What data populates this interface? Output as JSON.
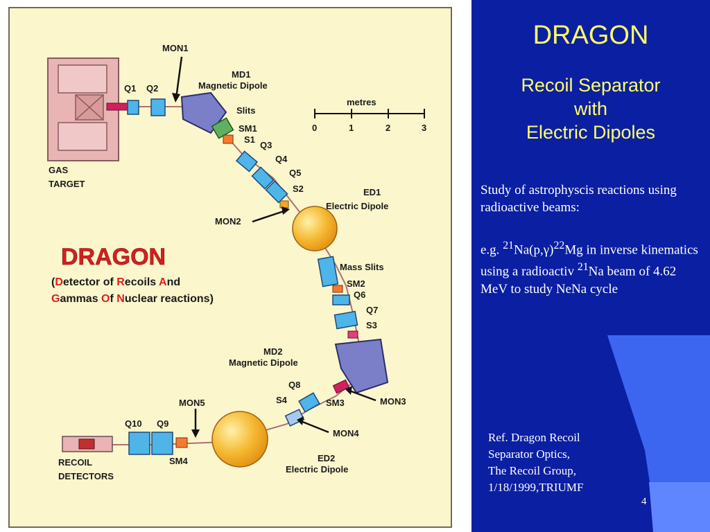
{
  "slide": {
    "title": "DRAGON",
    "subtitle_lines": [
      "Recoil Separator",
      "with",
      "Electric Dipoles"
    ],
    "study": "Study of astrophyscis reactions using radioactive beams:",
    "example": {
      "prefix": "e.g. ",
      "sup1": "21",
      "mid1": "Na(p,γ)",
      "sup2": "22",
      "mid2": "Mg in inverse kinematics using a radioactiv ",
      "sup3": "21",
      "rest": "Na beam of 4.62 MeV to study  NeNa cycle"
    },
    "reference_lines": [
      "Ref. Dragon Recoil",
      "Separator Optics,",
      "The Recoil Group,",
      "1/18/1999,TRIUMF"
    ],
    "page_number": "4"
  },
  "diagram": {
    "labels": {
      "mon1": "MON1",
      "md1_line1": "MD1",
      "md1_line2": "Magnetic Dipole",
      "q1": "Q1",
      "q2": "Q2",
      "slits": "Slits",
      "sm1": "SM1",
      "s1": "S1",
      "q3": "Q3",
      "q4": "Q4",
      "q5": "Q5",
      "s2": "S2",
      "gas_target_line1": "GAS",
      "gas_target_line2": "TARGET",
      "ed1_line1": "ED1",
      "ed1_line2": "Electric Dipole",
      "mon2": "MON2",
      "mass_slits": "Mass Slits",
      "sm2": "SM2",
      "q6": "Q6",
      "q7": "Q7",
      "s3": "S3",
      "md2_line1": "MD2",
      "md2_line2": "Magnetic Dipole",
      "q8": "Q8",
      "s4": "S4",
      "sm3": "SM3",
      "mon3": "MON3",
      "mon5": "MON5",
      "mon4": "MON4",
      "q10": "Q10",
      "q9": "Q9",
      "sm4": "SM4",
      "recoil_line1": "RECOIL",
      "recoil_line2": "DETECTORS",
      "ed2_line1": "ED2",
      "ed2_line2": "Electric Dipole"
    },
    "scale": {
      "label": "metres",
      "ticks": [
        "0",
        "1",
        "2",
        "3"
      ]
    },
    "acronym": {
      "name": "DRAGON",
      "line1": [
        {
          "t": "(",
          "red": false
        },
        {
          "t": "D",
          "red": true
        },
        {
          "t": "etector of ",
          "red": false
        },
        {
          "t": "R",
          "red": true
        },
        {
          "t": "ecoils ",
          "red": false
        },
        {
          "t": "A",
          "red": true
        },
        {
          "t": "nd",
          "red": false
        }
      ],
      "line2": [
        {
          "t": "G",
          "red": true
        },
        {
          "t": "ammas ",
          "red": false
        },
        {
          "t": "O",
          "red": true
        },
        {
          "t": "f ",
          "red": false
        },
        {
          "t": "N",
          "red": true
        },
        {
          "t": "uclear reactions)",
          "red": false
        }
      ]
    }
  },
  "colors": {
    "panel_bg": "#fbf6cc",
    "right_bg": "#0b1fa3",
    "title_yellow": "#ffff66",
    "accent_red": "#e01e1e",
    "dipole_orange": "#f5a623",
    "quad_blue": "#4fb4e8",
    "magnet_purple": "#7a7fc8",
    "target_pink": "#e8b4b4"
  }
}
